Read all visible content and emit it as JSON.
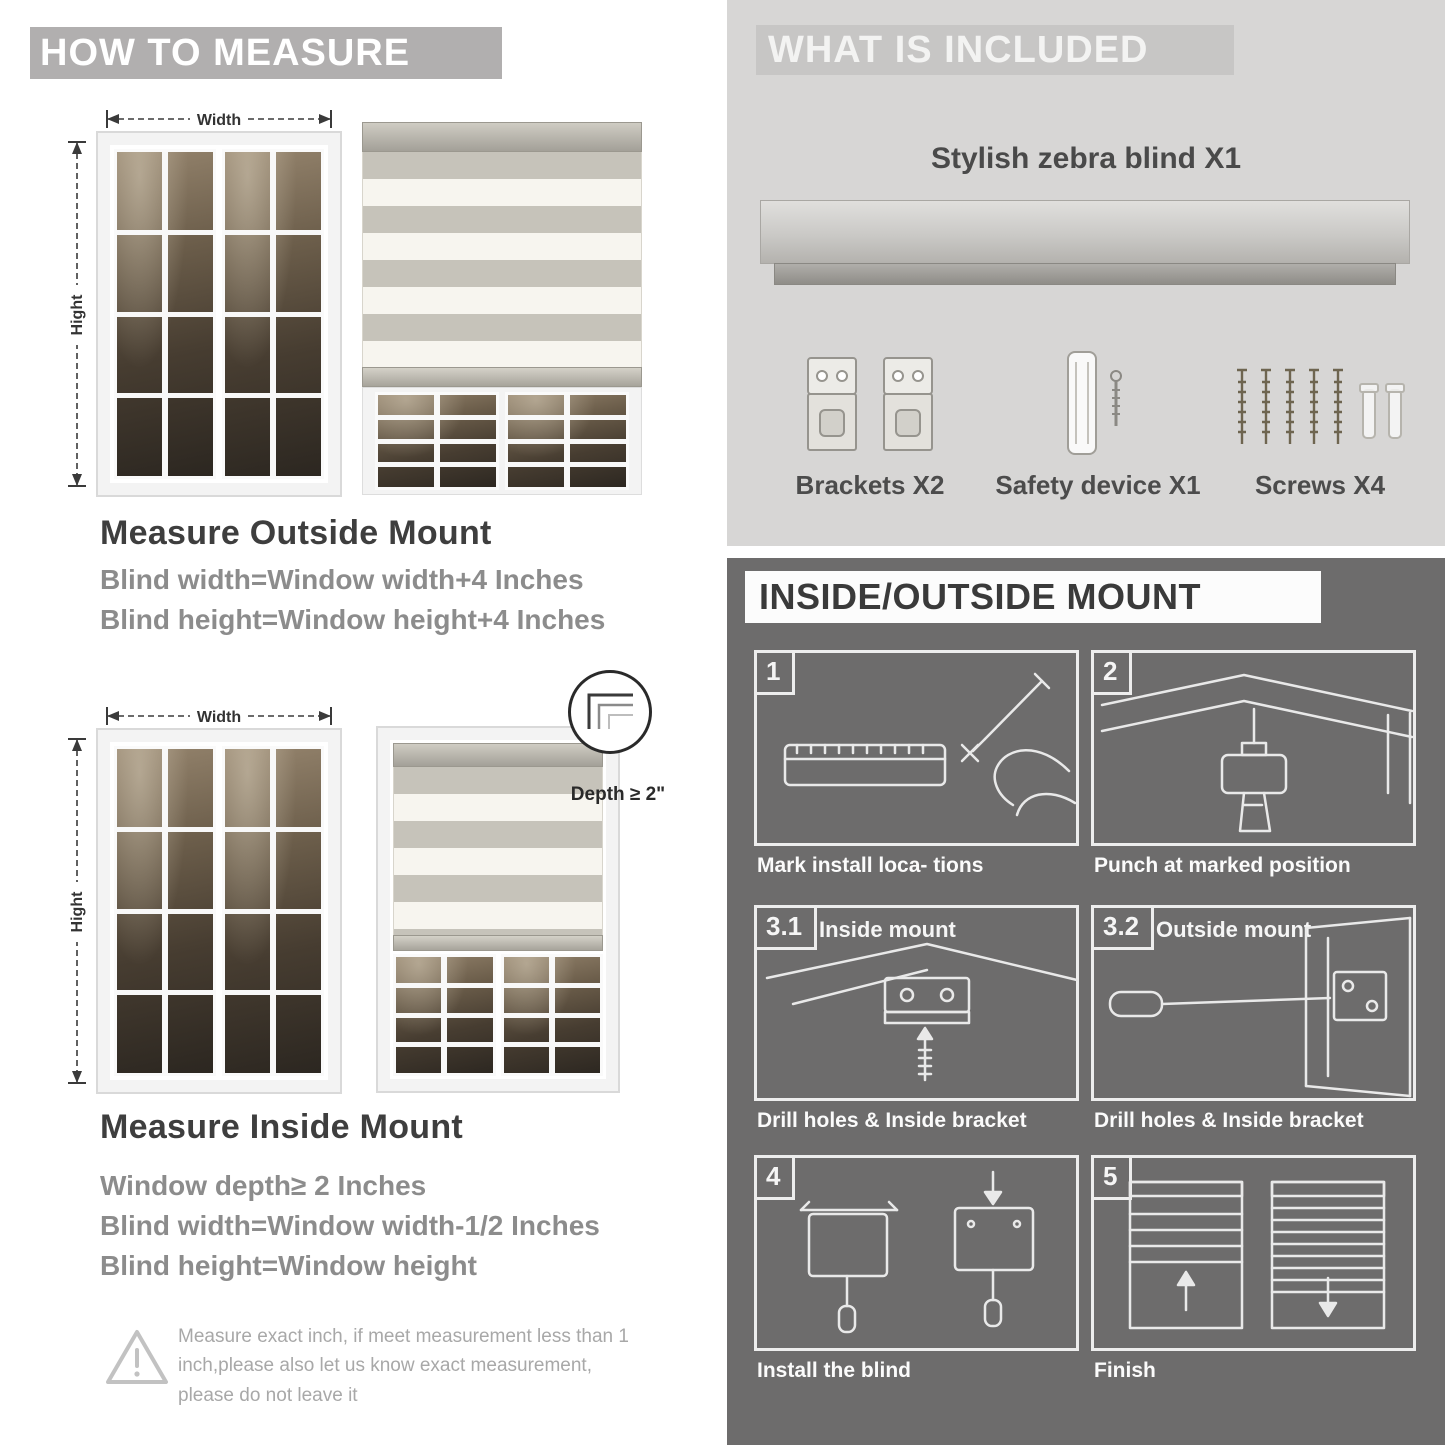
{
  "colors": {
    "left_banner_bg": "#b1afaf",
    "included_section_bg": "#d7d6d5",
    "included_banner_bg": "#c7c6c5",
    "mount_section_bg": "#6d6c6c",
    "heading_text": "#3e3e3e",
    "body_text": "#8c8c8c",
    "caption_text": "#fbfbfb"
  },
  "how_to_measure": {
    "header": "HOW TO MEASURE",
    "width_label": "Width",
    "height_label": "Hight",
    "outside": {
      "title": "Measure Outside Mount",
      "lines": [
        "Blind width=Window width+4 Inches",
        "Blind height=Window height+4 Inches"
      ]
    },
    "inside": {
      "depth_callout": "Depth ≥ 2\"",
      "title": "Measure Inside Mount",
      "lines": [
        "Window depth≥ 2 Inches",
        "Blind width=Window width-1/2 Inches",
        "Blind height=Window height"
      ]
    },
    "warning": "Measure exact inch, if meet measurement less than 1 inch,please also let us know exact measurement, please do not leave it"
  },
  "included": {
    "header": "WHAT IS INCLUDED",
    "blind_label": "Stylish zebra blind X1",
    "items": [
      "Brackets X2",
      "Safety device X1",
      "Screws X4"
    ]
  },
  "mount": {
    "header": "INSIDE/OUTSIDE MOUNT",
    "steps": [
      {
        "num": "1",
        "title": "",
        "caption": "Mark install loca- tions"
      },
      {
        "num": "2",
        "title": "",
        "caption": "Punch at  marked position"
      },
      {
        "num": "3.1",
        "title": "Inside mount",
        "caption": "Drill holes &  Inside bracket"
      },
      {
        "num": "3.2",
        "title": "Outside mount",
        "caption": "Drill holes &  Inside bracket"
      },
      {
        "num": "4",
        "title": "",
        "caption": "Install the blind"
      },
      {
        "num": "5",
        "title": "",
        "caption": "Finish"
      }
    ]
  }
}
